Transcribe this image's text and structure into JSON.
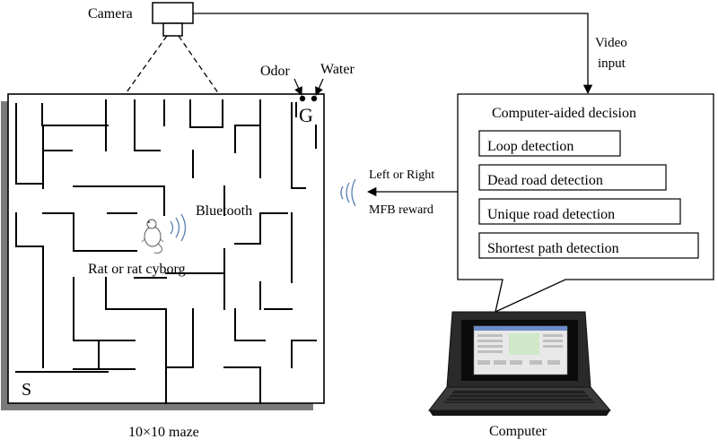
{
  "labels": {
    "camera": "Camera",
    "video_input_line1": "Video",
    "video_input_line2": "input",
    "odor": "Odor",
    "water": "Water",
    "goal": "G",
    "start": "S",
    "bluetooth": "Bluetooth",
    "rat": "Rat or rat cyborg",
    "left_right": "Left or Right",
    "mfb_reward": "MFB reward",
    "maze_caption": "10×10 maze",
    "computer_caption": "Computer"
  },
  "decision": {
    "title": "Computer-aided decision",
    "items": [
      "Loop detection",
      "Dead road detection",
      "Unique road detection",
      "Shortest path detection"
    ]
  }
}
